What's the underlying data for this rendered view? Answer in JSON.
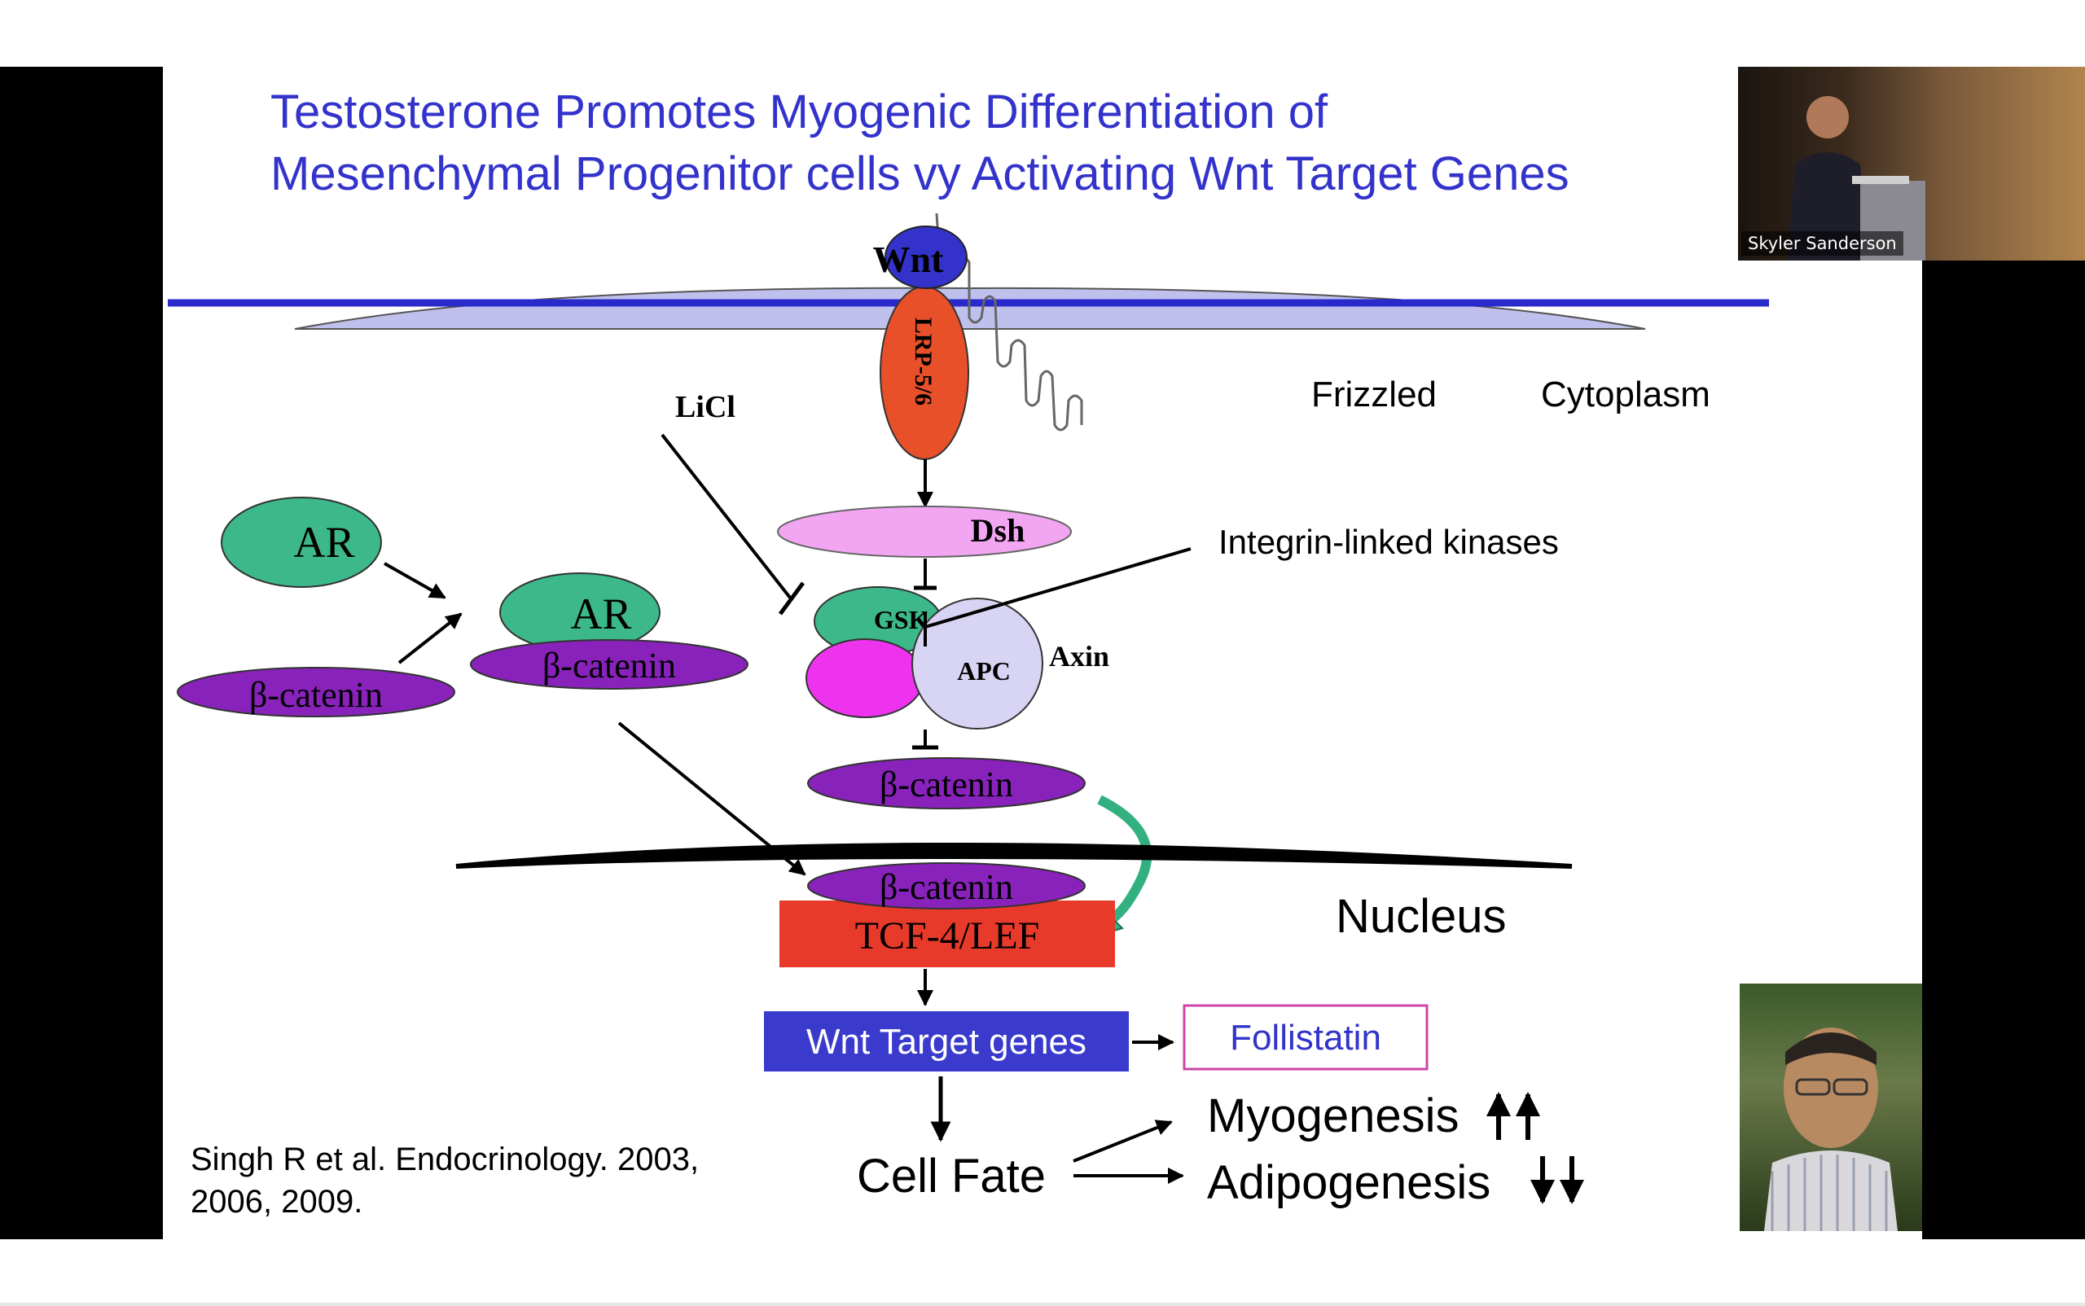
{
  "slide": {
    "title_line1": "Testosterone Promotes Myogenic Differentiation of",
    "title_line2": "Mesenchymal Progenitor cells vy Activating Wnt Target Genes",
    "labels": {
      "wnt": "Wnt",
      "lrp": "LRP-5/6",
      "frizzled": "Frizzled",
      "cytoplasm": "Cytoplasm",
      "licl": "LiCl",
      "dsh": "Dsh",
      "ilk": "Integrin-linked kinases",
      "ar_left": "AR",
      "ar_complex": "AR",
      "bcat_left": "β-catenin",
      "bcat_complex": "β-catenin",
      "gsk": "GSK-3",
      "apc": "APC",
      "axin": "Axin",
      "bcat_cyto": "β-catenin",
      "bcat_nuc": "β-catenin",
      "nucleus": "Nucleus",
      "tcf": "TCF-4/LEF",
      "target_genes": "Wnt Target genes",
      "follistatin": "Follistatin",
      "cell_fate": "Cell Fate",
      "myogenesis": "Myogenesis",
      "adipogenesis": "Adipogenesis",
      "citation_line1": "Singh R et al. Endocrinology. 2003,",
      "citation_line2": "2006, 2009."
    },
    "colors": {
      "title": "#3333cc",
      "membrane": "#2a2acc",
      "lrp": "#e8502a",
      "wnt": "#3333cc",
      "dsh": "#f2a6f2",
      "ar": "#3cb88a",
      "bcat": "#8822bb",
      "tcf": "#e83a2a",
      "target": "#3a3acc",
      "follistatin_border": "#cc44aa",
      "apc": "#d8d4f4",
      "magenta": "#ee33ee",
      "green_arrow": "#33b080"
    }
  },
  "video": {
    "speaker_name": "Skyler Sanderson"
  }
}
